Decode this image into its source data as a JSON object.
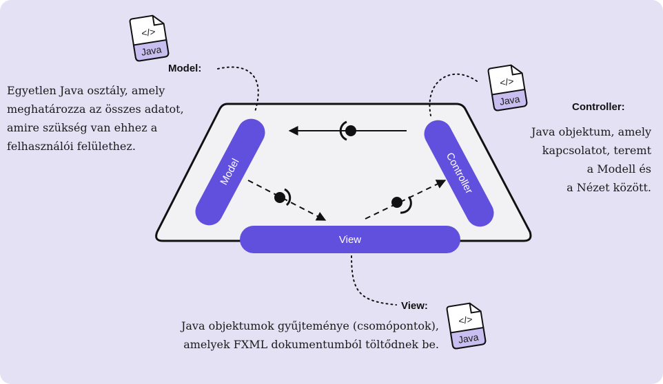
{
  "colors": {
    "background": "#e4e1f5",
    "platform": "#f2f1f4",
    "component": "#6150dd",
    "icon_accent": "#c8bff0",
    "ink": "#111111"
  },
  "components": {
    "model": "Model",
    "controller": "Controller",
    "view": "View"
  },
  "model_section": {
    "heading": "Model:",
    "lines": [
      "Egyetlen Java osztály, amely",
      "meghatározza az összes adatot,",
      "amire szükség van ehhez a",
      "felhasználói felülethez."
    ]
  },
  "controller_section": {
    "heading": "Controller:",
    "lines": [
      "Java objektum, amely",
      "kapcsolatot, teremt",
      "a Modell és",
      "a Nézet között."
    ]
  },
  "view_section": {
    "heading": "View:",
    "lines": [
      "Java objektumok gyűjteménye (csomópontok),",
      "amelyek FXML dokumentumból töltődnek be."
    ]
  },
  "file_icon": {
    "symbol": "</>",
    "caption": "Java",
    "icon": "java-file-icon"
  }
}
